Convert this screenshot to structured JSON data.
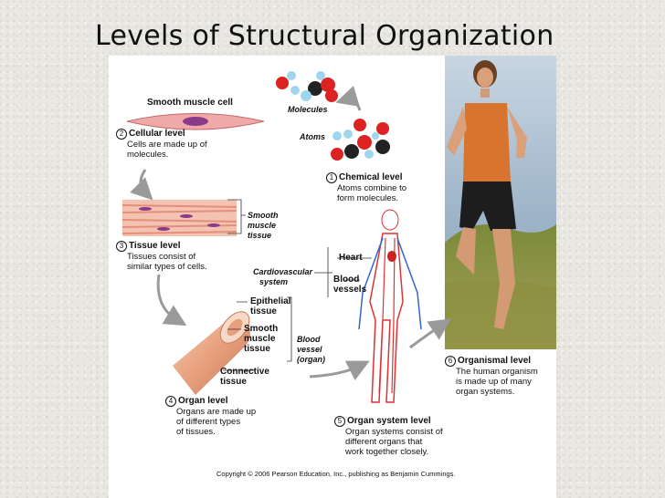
{
  "slide_title": "Levels of Structural Organization",
  "labels": {
    "smooth_muscle_cell": "Smooth muscle cell",
    "molecules": "Molecules",
    "atoms": "Atoms",
    "cellular": {
      "num": "2",
      "title": "Cellular level",
      "line1": "Cells are made up of",
      "line2": "molecules."
    },
    "chemical": {
      "num": "1",
      "title": "Chemical level",
      "line1": "Atoms combine to",
      "line2": "form molecules."
    },
    "smooth_muscle_tissue": [
      "Smooth",
      "muscle",
      "tissue"
    ],
    "tissue": {
      "num": "3",
      "title": "Tissue level",
      "line1": "Tissues consist of",
      "line2": "similar types of cells."
    },
    "heart": "Heart",
    "cardiovascular": [
      "Cardiovascular",
      "system"
    ],
    "blood_vessels": [
      "Blood",
      "vessels"
    ],
    "epithelial": [
      "Epithelial",
      "tissue"
    ],
    "smooth_muscle_tissue2": [
      "Smooth",
      "muscle",
      "tissue"
    ],
    "blood_vessel_organ": [
      "Blood",
      "vessel",
      "(organ)"
    ],
    "connective": [
      "Connective",
      "tissue"
    ],
    "organ": {
      "num": "4",
      "title": "Organ level",
      "line1": "Organs are made up",
      "line2": "of different types",
      "line3": "of tissues."
    },
    "organ_system": {
      "num": "5",
      "title": "Organ system level",
      "line1": "Organ systems consist of",
      "line2": "different organs that",
      "line3": "work together closely."
    },
    "organismal": {
      "num": "6",
      "title": "Organismal level",
      "line1": "The human organism",
      "line2": "is made up of many",
      "line3": "organ systems."
    },
    "copyright": "Copyright © 2006 Pearson Education, Inc., publishing as Benjamin Cummings."
  }
}
